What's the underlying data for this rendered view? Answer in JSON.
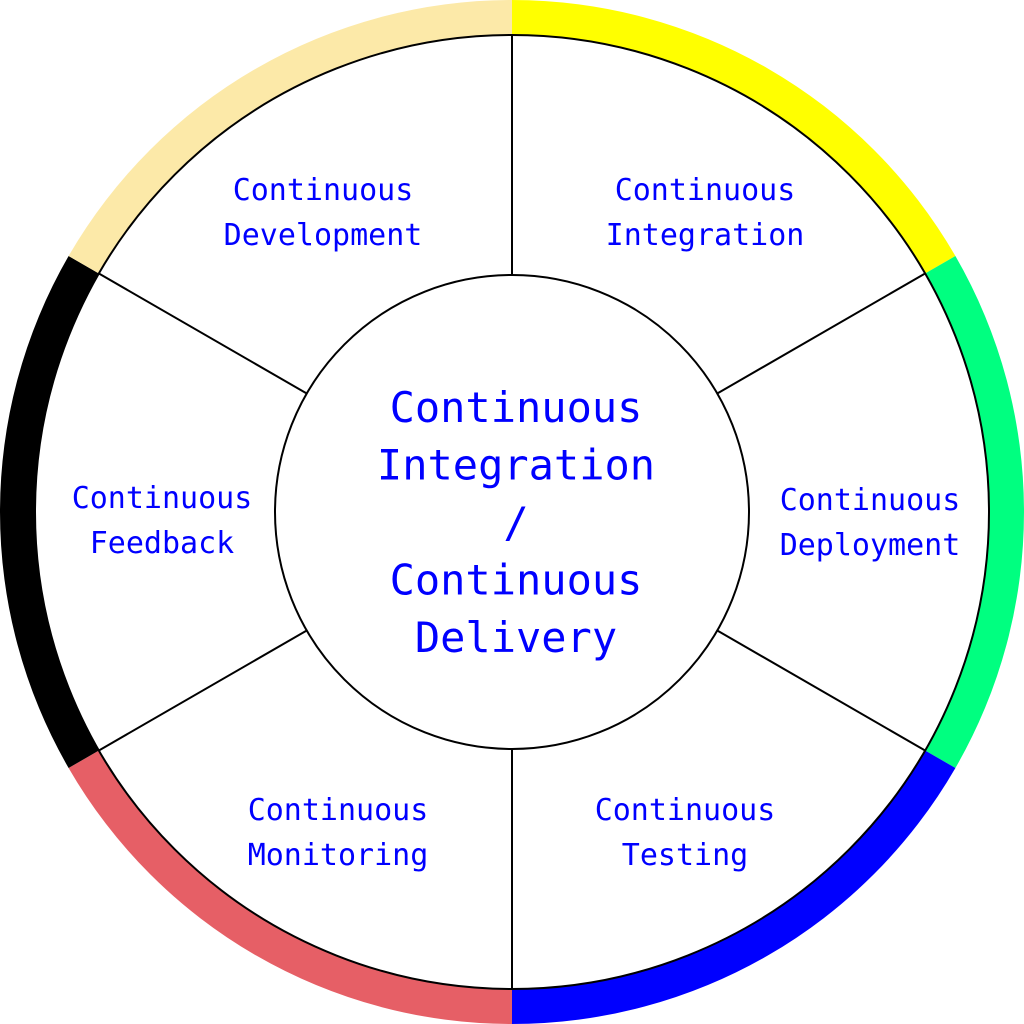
{
  "diagram": {
    "type": "cycle-wheel",
    "center": {
      "lines": [
        "Continuous",
        "Integration",
        "/",
        "Continuous",
        "Delivery"
      ]
    },
    "segments": [
      {
        "id": "integration",
        "lines": [
          "Continuous",
          "Integration"
        ],
        "color": "#ffff00"
      },
      {
        "id": "deployment",
        "lines": [
          "Continuous",
          "Deployment"
        ],
        "color": "#00ff80"
      },
      {
        "id": "testing",
        "lines": [
          "Continuous",
          "Testing"
        ],
        "color": "#0000ff"
      },
      {
        "id": "monitoring",
        "lines": [
          "Continuous",
          "Monitoring"
        ],
        "color": "#e65f66"
      },
      {
        "id": "feedback",
        "lines": [
          "Continuous",
          "Feedback"
        ],
        "color": "#000000"
      },
      {
        "id": "development",
        "lines": [
          "Continuous",
          "Development"
        ],
        "color": "#fce9a8"
      }
    ],
    "text_color": "#0000ff",
    "line_color": "#000000"
  }
}
